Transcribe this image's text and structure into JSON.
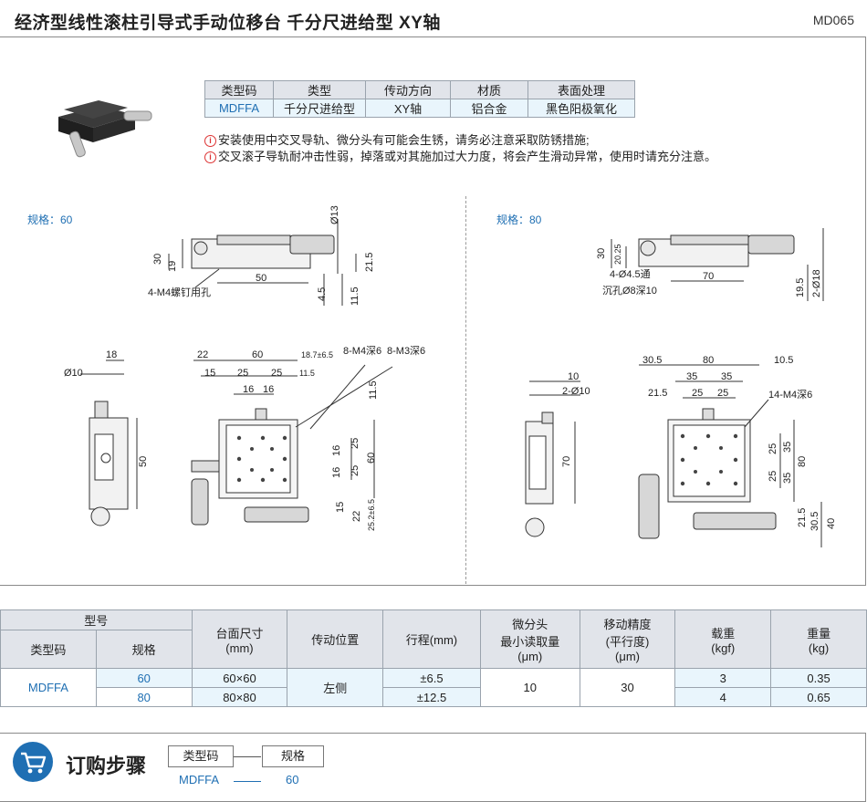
{
  "header": {
    "title": "经济型线性滚柱引导式手动位移台   千分尺进给型   XY轴",
    "code": "MD065"
  },
  "spec_table": {
    "headers": [
      "类型码",
      "类型",
      "传动方向",
      "材质",
      "表面处理"
    ],
    "row": [
      "MDFFA",
      "千分尺进给型",
      "XY轴",
      "铝合金",
      "黑色阳极氧化"
    ]
  },
  "notes": [
    "安装使用中交叉导轨、微分头有可能会生锈，请务必注意采取防锈措施;",
    "交叉滚子导轨耐冲击性弱，掉落或对其施加过大力度，将会产生滑动异常，使用时请充分注意。"
  ],
  "note_icon": "i",
  "drawings": {
    "size60_label": "规格：60",
    "size80_label": "规格：80",
    "d60": {
      "phi13": "Ø13",
      "d30": "30",
      "d19": "19",
      "d21_5": "21.5",
      "d50": "50",
      "d4_5": "4.5",
      "d11_5": "11.5",
      "screw": "4-M4螺钉用孔",
      "d18": "18",
      "phi10": "Ø10",
      "d50v": "50",
      "d22": "22",
      "d60": "60",
      "d18_7": "18.7±6.5",
      "m4": "8-M4深6",
      "m3": "8-M3深6",
      "d15": "15",
      "d25a": "25",
      "d25b": "25",
      "d11_5b": "11.5",
      "d16a": "16",
      "d16b": "16",
      "d11_5c": "11.5",
      "r16a": "16",
      "r16b": "16",
      "r25a": "25",
      "r25b": "25",
      "r60": "60",
      "r15": "15",
      "r22": "22",
      "r25_2": "25.2±6.5"
    },
    "d80": {
      "d30": "30",
      "d20_25": "20.25",
      "hole": "4-Ø4.5通",
      "counter": "沉孔Ø8深10",
      "d70": "70",
      "d19_5": "19.5",
      "phi18": "2-Ø18",
      "d10": "10",
      "phi10": "2-Ø10",
      "d70v": "70",
      "d30_5": "30.5",
      "d80": "80",
      "d10_5": "10.5",
      "d35a": "35",
      "d35b": "35",
      "d21_5": "21.5",
      "d25a": "25",
      "d25b": "25",
      "m4": "14-M4深6",
      "r25a": "25",
      "r25b": "25",
      "r35a": "35",
      "r35b": "35",
      "r80": "80",
      "r21_5": "21.5",
      "r30_5": "30.5",
      "r40": "40"
    }
  },
  "main_table": {
    "h_model": "型号",
    "h_typecode": "类型码",
    "h_size": "规格",
    "h_table_size": "台面尺寸\n(mm)",
    "h_position": "传动位置",
    "h_stroke": "行程(mm)",
    "h_micro": "微分头\n最小读取量\n(μm)",
    "h_precision": "移动精度\n(平行度)\n(μm)",
    "h_load": "载重\n(kgf)",
    "h_weight": "重量\n(kg)",
    "typecode": "MDFFA",
    "position": "左侧",
    "micro": "10",
    "precision": "30",
    "rows": [
      {
        "size": "60",
        "table_size": "60×60",
        "stroke": "±6.5",
        "load": "3",
        "weight": "0.35"
      },
      {
        "size": "80",
        "table_size": "80×80",
        "stroke": "±12.5",
        "load": "4",
        "weight": "0.65"
      }
    ]
  },
  "order": {
    "title": "订购步骤",
    "box1": "类型码",
    "box2": "规格",
    "val1": "MDFFA",
    "val2": "60"
  },
  "colors": {
    "accent": "#1f6fb3",
    "header_bg": "#e1e4ea",
    "cell_bg": "#e9f5fc"
  }
}
